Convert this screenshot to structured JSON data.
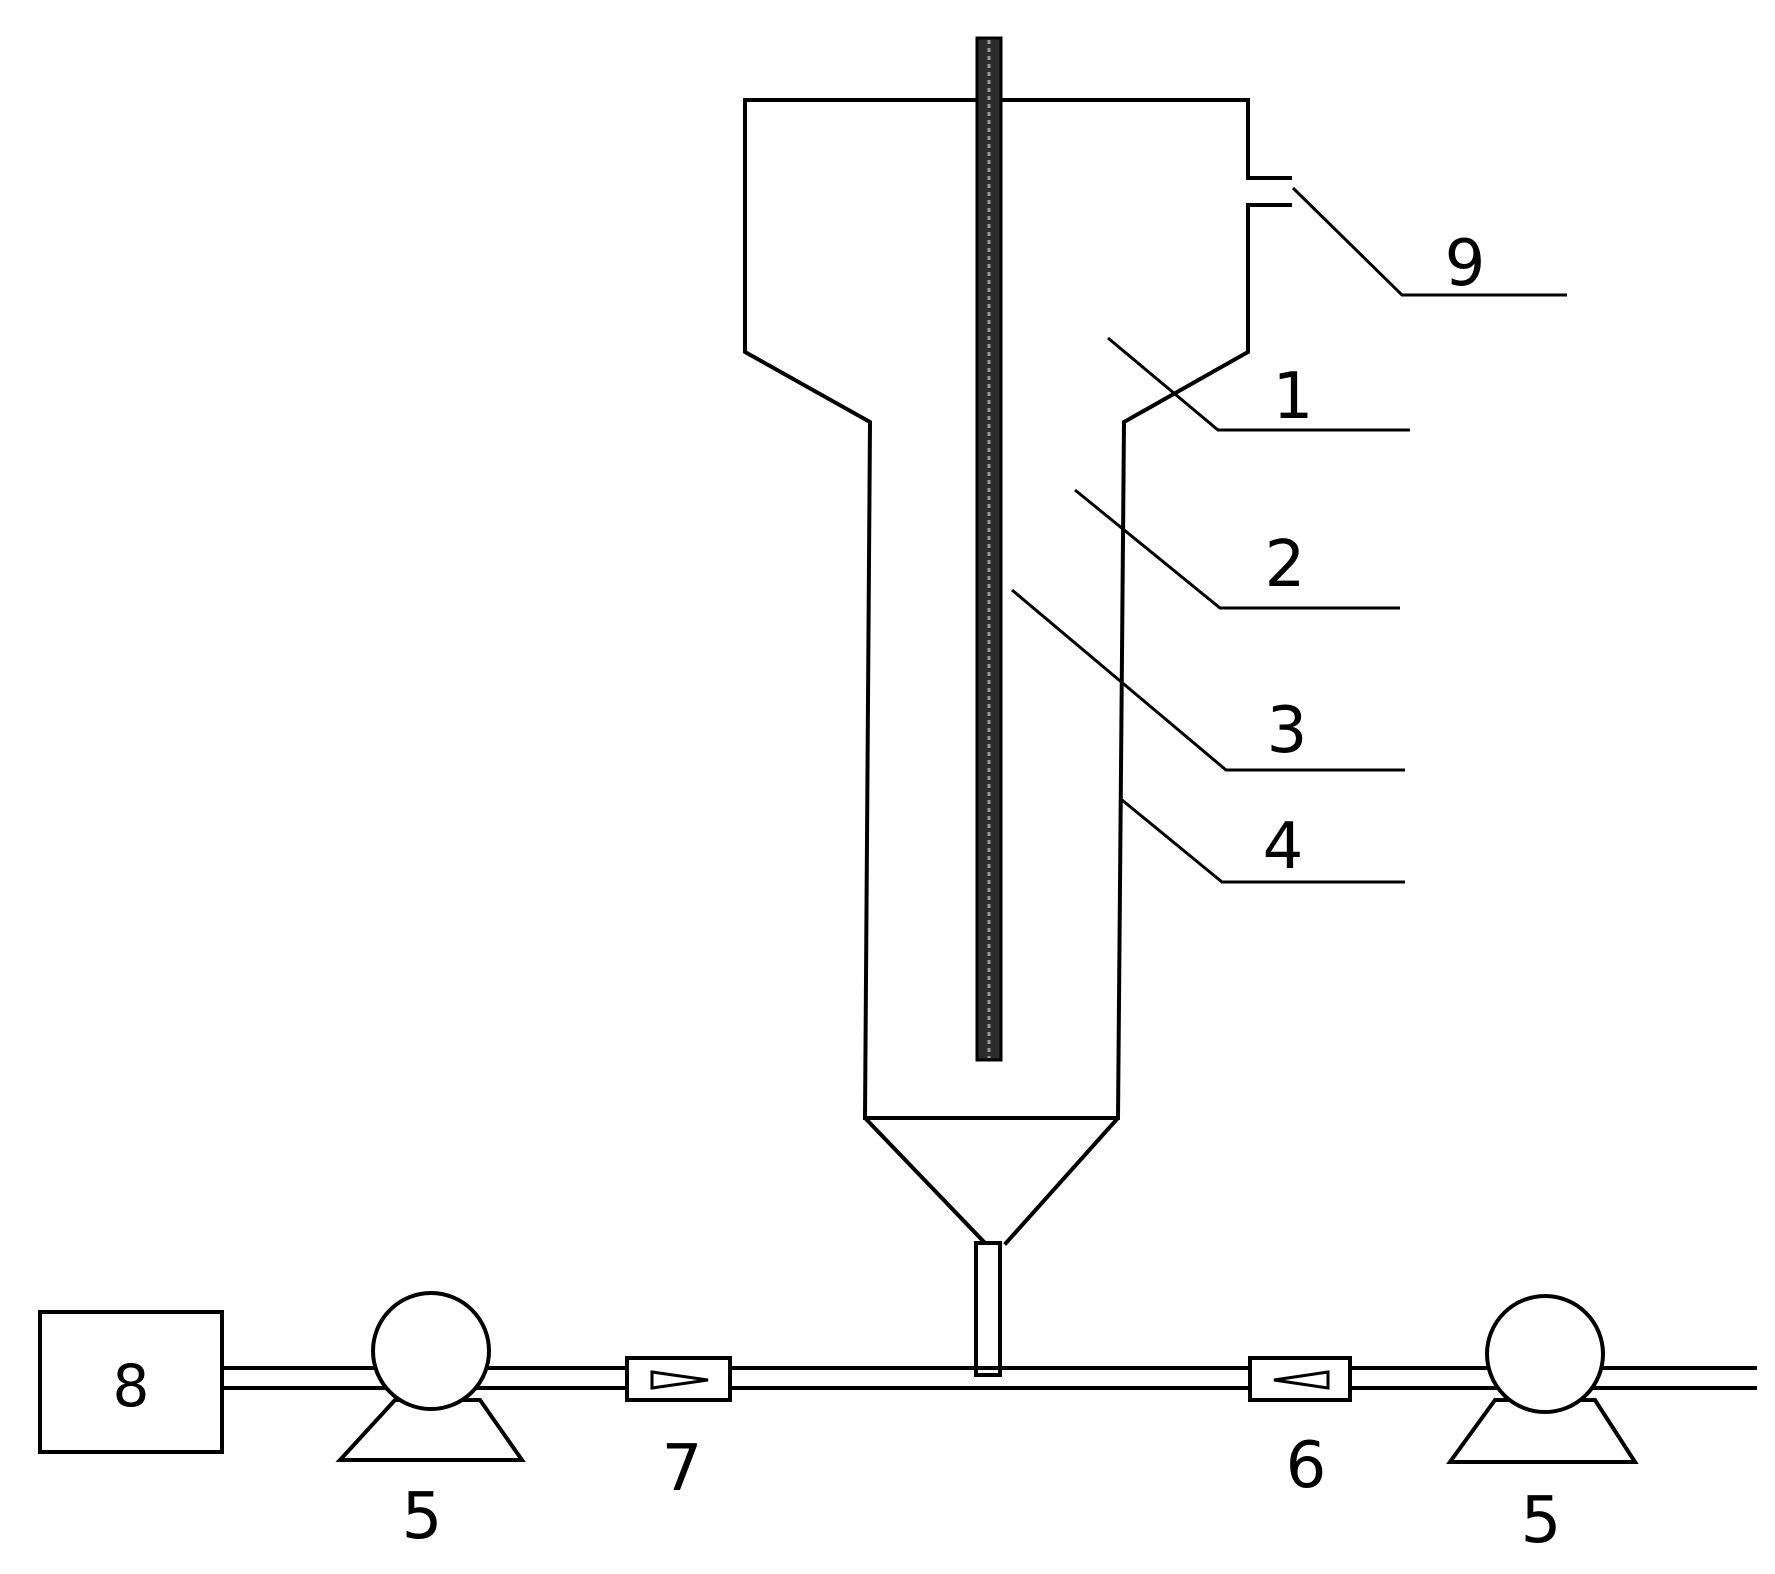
{
  "labels": {
    "reactor_top": "1",
    "reactor_body": "2",
    "central_rod": "3",
    "outer_wall": "4",
    "pump": "5",
    "flowmeter_right": "6",
    "flowmeter_left": "7",
    "tank": "8",
    "outlet": "9"
  }
}
